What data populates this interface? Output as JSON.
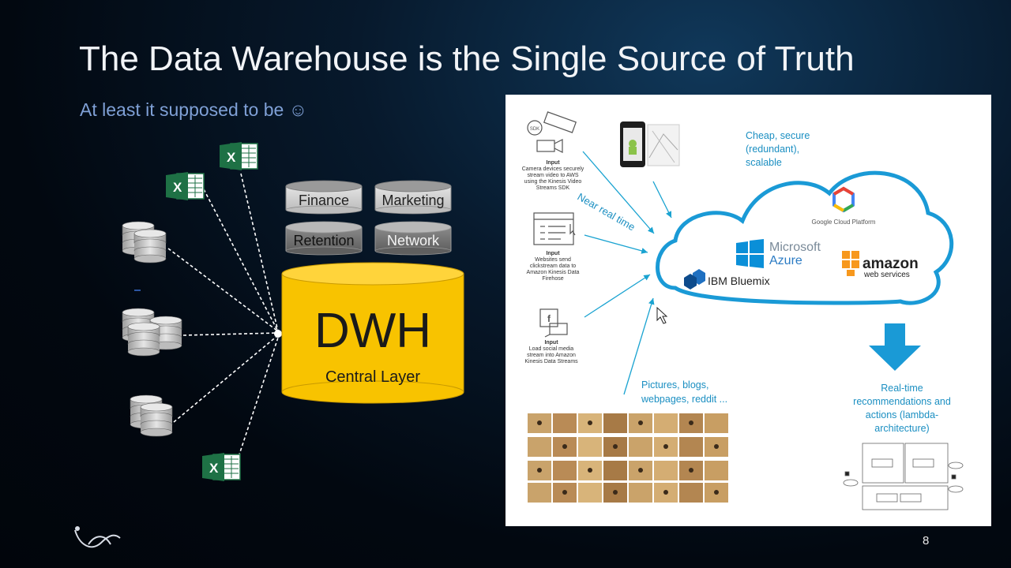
{
  "slide": {
    "title": "The Data Warehouse is the Single Source of Truth",
    "subtitle": "At least it supposed to be ☺",
    "page_number": "8"
  },
  "left_diagram": {
    "dwh_title": "DWH",
    "dwh_subtitle": "Central Layer",
    "marts": [
      "Finance",
      "Marketing",
      "Retention",
      "Network"
    ],
    "excel_icon_letter": "X"
  },
  "right_diagram": {
    "inputs": [
      {
        "title": "Input",
        "text": "Camera devices securely stream video to AWS using the Kinesis Video Streams SDK",
        "badge": "SDK"
      },
      {
        "title": "Input",
        "text": "Websites send clickstream data to Amazon Kinesis Data Firehose"
      },
      {
        "title": "Input",
        "text": "Load social media stream into Amazon Kinesis Data Streams"
      }
    ],
    "near_real_time": "Near real time",
    "cloud_caption": "Cheap, secure (redundant), scalable",
    "providers": {
      "google": "Google Cloud Platform",
      "microsoft_1": "Microsoft",
      "microsoft_2": "Azure",
      "ibm": "IBM Bluemix",
      "amazon_1": "amazon",
      "amazon_2": "web services"
    },
    "pictures_caption_1": "Pictures, blogs,",
    "pictures_caption_2": "webpages, reddit ...",
    "realtime_caption": "Real-time recommendations and actions (lambda-architecture)"
  },
  "colors": {
    "background": "#031426",
    "dwh_yellow": "#f8c300",
    "excel_green": "#1e7145",
    "cloud_blue": "#1b9ad6",
    "caption_blue": "#1b8fc2"
  }
}
